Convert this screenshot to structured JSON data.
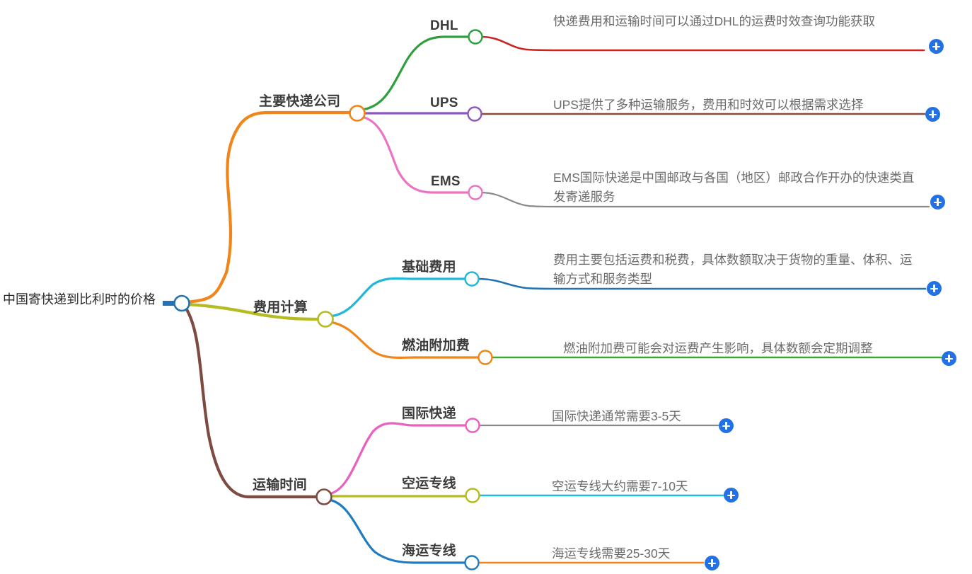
{
  "mindmap": {
    "root": {
      "label": "中国寄快递到比利时的价格",
      "node_color": "#2272b5",
      "stem_color": "#2272b5"
    },
    "branches": [
      {
        "label": "主要快递公司",
        "color": "#f08519",
        "node_color": "#f08519",
        "children": [
          {
            "label": "DHL",
            "link_color": "#2e9e3e",
            "node_color": "#2e9e3e",
            "detail": "快递费用和运输时间可以通过DHL的运费时效查询功能获取",
            "detail_color": "#cc2222",
            "expand_label": "+"
          },
          {
            "label": "UPS",
            "link_color": "#8e56c0",
            "node_color": "#8e56c0",
            "detail": "UPS提供了多种运输服务，费用和时效可以根据需求选择",
            "detail_color": "#8b4a3a",
            "expand_label": "+"
          },
          {
            "label": "EMS",
            "link_color": "#ea74c4",
            "node_color": "#ea74c4",
            "detail": "EMS国际快递是中国邮政与各国（地区）邮政合作开办的快速类直发寄递服务",
            "detail_color": "#8a8a8a",
            "expand_label": "+"
          }
        ]
      },
      {
        "label": "费用计算",
        "color": "#b5bb21",
        "node_color": "#b5bb21",
        "children": [
          {
            "label": "基础费用",
            "link_color": "#22b7d8",
            "node_color": "#22b7d8",
            "detail": "费用主要包括运费和税费，具体数额取决于货物的重量、体积、运输方式和服务类型",
            "detail_color": "#2272b5",
            "expand_label": "+"
          },
          {
            "label": "燃油附加费",
            "link_color": "#f08519",
            "node_color": "#f08519",
            "detail": "燃油附加费可能会对运费产生影响，具体数额会定期调整",
            "detail_color": "#3aaa35",
            "expand_label": "+"
          }
        ]
      },
      {
        "label": "运输时间",
        "color": "#7d4b42",
        "node_color": "#7d4b42",
        "children": [
          {
            "label": "国际快递",
            "link_color": "#ea5fc0",
            "node_color": "#ea5fc0",
            "detail": "国际快递通常需要3-5天",
            "detail_color": "#8a8a8a",
            "expand_label": "+"
          },
          {
            "label": "空运专线",
            "link_color": "#b5bb21",
            "node_color": "#b5bb21",
            "detail": "空运专线大约需要7-10天",
            "detail_color": "#22b7e8",
            "expand_label": "+"
          },
          {
            "label": "海运专线",
            "link_color": "#1f7cc0",
            "node_color": "#1f7cc0",
            "detail": "海运专线需要25-30天",
            "detail_color": "#f08519",
            "expand_label": "+"
          }
        ]
      }
    ]
  }
}
